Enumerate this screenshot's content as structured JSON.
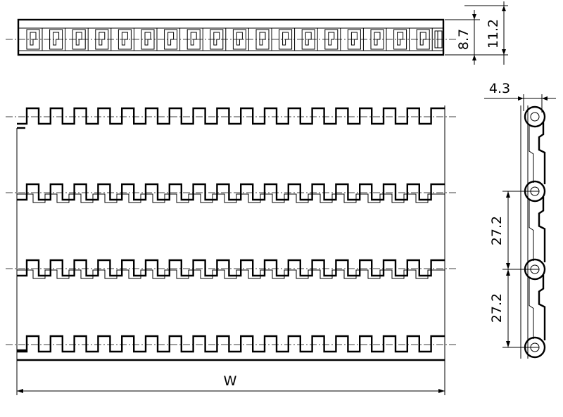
{
  "dimensions": {
    "top_height": "8.7",
    "top_overall": "11.2",
    "side_offset": "4.3",
    "pitch_upper": "27.2",
    "pitch_lower": "27.2",
    "width": "W"
  },
  "diagram": {
    "belt_rows": 4,
    "top_view_modules": 18,
    "side_view_hinges": 4
  }
}
